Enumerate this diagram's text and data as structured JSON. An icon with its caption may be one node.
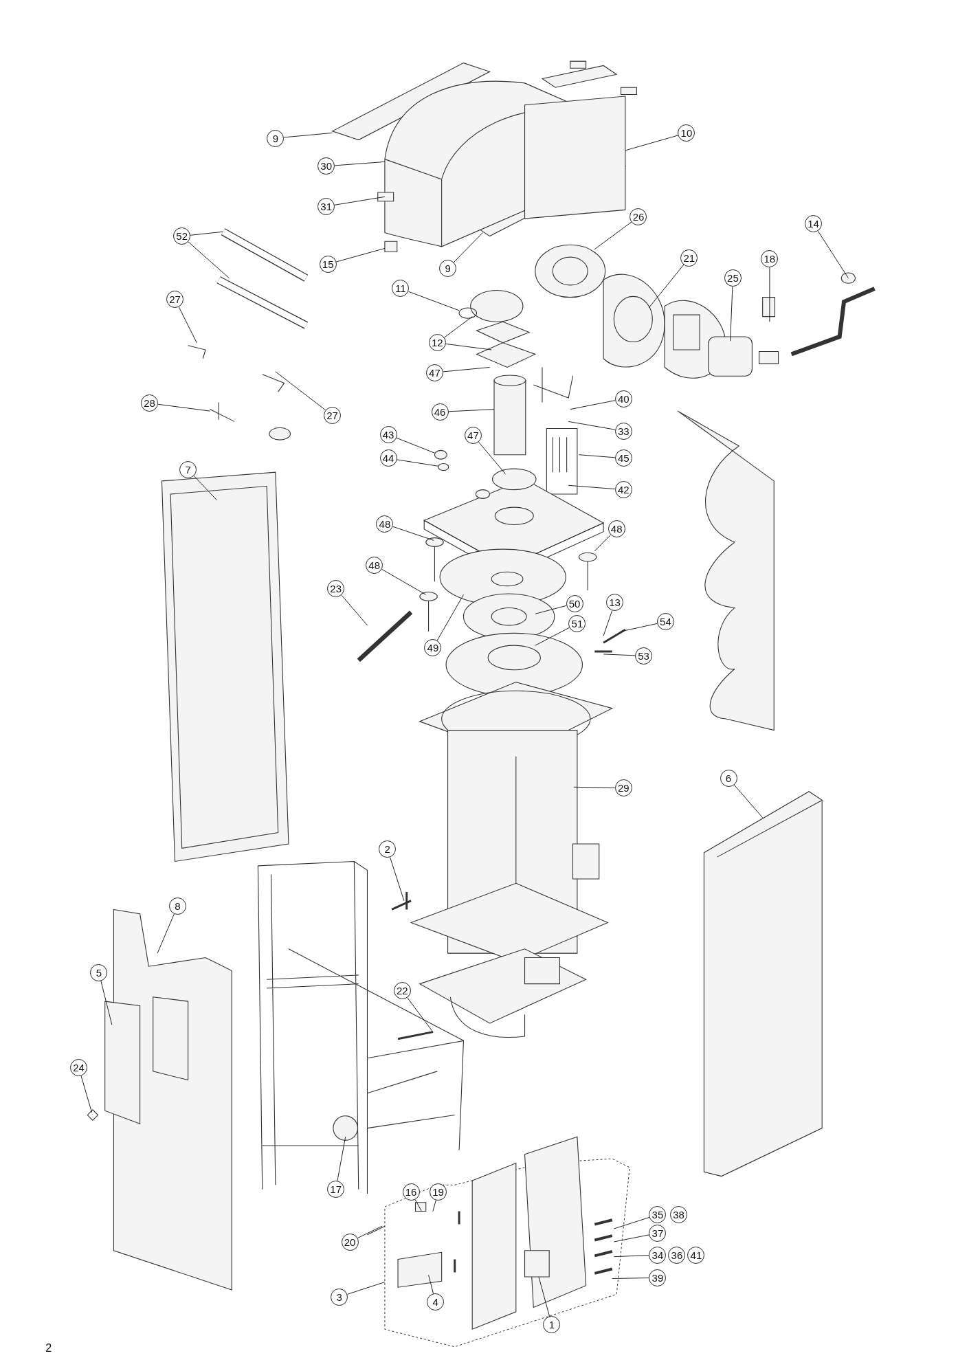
{
  "diagram": {
    "nodes": [
      {
        "text": [
          "9"
        ]
      },
      {
        "text": [
          "10"
        ]
      },
      {
        "text": [
          "30"
        ]
      },
      {
        "text": [
          "31"
        ]
      },
      {
        "text": [
          "52"
        ]
      },
      {
        "text": [
          "15"
        ]
      },
      {
        "text": [
          "9"
        ]
      },
      {
        "text": [
          "26"
        ]
      },
      {
        "text": [
          "14"
        ]
      },
      {
        "text": [
          "21"
        ]
      },
      {
        "text": [
          "18"
        ]
      },
      {
        "text": [
          "25"
        ]
      },
      {
        "text": [
          "11"
        ]
      },
      {
        "text": [
          "12"
        ]
      },
      {
        "text": [
          "27"
        ]
      },
      {
        "text": [
          "47"
        ]
      },
      {
        "text": [
          "40"
        ]
      },
      {
        "text": [
          "27"
        ]
      },
      {
        "text": [
          "28"
        ]
      },
      {
        "text": [
          "46"
        ]
      },
      {
        "text": [
          "33"
        ]
      },
      {
        "text": [
          "43"
        ]
      },
      {
        "text": [
          "47"
        ]
      },
      {
        "text": [
          "45"
        ]
      },
      {
        "text": [
          "44"
        ]
      },
      {
        "text": [
          "7"
        ]
      },
      {
        "text": [
          "42"
        ]
      },
      {
        "text": [
          "48"
        ]
      },
      {
        "text": [
          "48"
        ]
      },
      {
        "text": [
          "48"
        ]
      },
      {
        "text": [
          "23"
        ]
      },
      {
        "text": [
          "50"
        ]
      },
      {
        "text": [
          "13"
        ]
      },
      {
        "text": [
          "54"
        ]
      },
      {
        "text": [
          "51"
        ]
      },
      {
        "text": [
          "49"
        ]
      },
      {
        "text": [
          "53"
        ]
      },
      {
        "text": [
          "29"
        ]
      },
      {
        "text": [
          "6"
        ]
      },
      {
        "text": [
          "2"
        ]
      },
      {
        "text": [
          "8"
        ]
      },
      {
        "text": [
          "5"
        ]
      },
      {
        "text": [
          "22"
        ]
      },
      {
        "text": [
          "24"
        ]
      },
      {
        "text": [
          "17"
        ]
      },
      {
        "text": [
          "16"
        ]
      },
      {
        "text": [
          "19"
        ]
      },
      {
        "text": [
          "35"
        ]
      },
      {
        "text": [
          "38"
        ]
      },
      {
        "text": [
          "37"
        ]
      },
      {
        "text": [
          "20"
        ]
      },
      {
        "text": [
          "34"
        ]
      },
      {
        "text": [
          "36"
        ]
      },
      {
        "text": [
          "41"
        ]
      },
      {
        "text": [
          "4"
        ]
      },
      {
        "text": [
          "3"
        ]
      },
      {
        "text": [
          "39"
        ]
      },
      {
        "text": [
          "1"
        ]
      }
    ],
    "edges": [
      {
        "from": 0,
        "to": null,
        "arrow": "none"
      },
      {
        "from": 1,
        "to": null,
        "arrow": "none"
      },
      {
        "from": 2,
        "to": null,
        "arrow": "none"
      },
      {
        "from": 3,
        "to": null,
        "arrow": "none"
      },
      {
        "from": 4,
        "to": null,
        "arrow": "none"
      },
      {
        "from": 4,
        "to": null,
        "arrow": "none"
      },
      {
        "from": 5,
        "to": null,
        "arrow": "none"
      },
      {
        "from": 6,
        "to": null,
        "arrow": "none"
      },
      {
        "from": 7,
        "to": null,
        "arrow": "none"
      },
      {
        "from": 8,
        "to": null,
        "arrow": "none"
      },
      {
        "from": 9,
        "to": null,
        "arrow": "none"
      },
      {
        "from": 10,
        "to": null,
        "arrow": "none"
      },
      {
        "from": 11,
        "to": null,
        "arrow": "none"
      },
      {
        "from": 12,
        "to": null,
        "arrow": "none"
      },
      {
        "from": 13,
        "to": null,
        "arrow": "none"
      },
      {
        "from": 13,
        "to": null,
        "arrow": "none"
      },
      {
        "from": 14,
        "to": null,
        "arrow": "none"
      },
      {
        "from": 15,
        "to": null,
        "arrow": "none"
      },
      {
        "from": 16,
        "to": null,
        "arrow": "none"
      },
      {
        "from": 17,
        "to": null,
        "arrow": "none"
      },
      {
        "from": 18,
        "to": null,
        "arrow": "none"
      },
      {
        "from": 19,
        "to": null,
        "arrow": "none"
      },
      {
        "from": 20,
        "to": null,
        "arrow": "none"
      },
      {
        "from": 21,
        "to": null,
        "arrow": "none"
      },
      {
        "from": 22,
        "to": null,
        "arrow": "none"
      },
      {
        "from": 23,
        "to": null,
        "arrow": "none"
      },
      {
        "from": 24,
        "to": null,
        "arrow": "none"
      },
      {
        "from": 25,
        "to": null,
        "arrow": "none"
      },
      {
        "from": 26,
        "to": null,
        "arrow": "none"
      },
      {
        "from": 27,
        "to": null,
        "arrow": "none"
      },
      {
        "from": 28,
        "to": null,
        "arrow": "none"
      },
      {
        "from": 29,
        "to": null,
        "arrow": "none"
      },
      {
        "from": 30,
        "to": null,
        "arrow": "none"
      },
      {
        "from": 31,
        "to": null,
        "arrow": "none"
      },
      {
        "from": 32,
        "to": null,
        "arrow": "none"
      },
      {
        "from": 33,
        "to": null,
        "arrow": "none"
      },
      {
        "from": 34,
        "to": null,
        "arrow": "none"
      },
      {
        "from": 35,
        "to": null,
        "arrow": "none"
      },
      {
        "from": 36,
        "to": null,
        "arrow": "none"
      },
      {
        "from": 37,
        "to": null,
        "arrow": "none"
      },
      {
        "from": 38,
        "to": null,
        "arrow": "none"
      },
      {
        "from": 39,
        "to": null,
        "arrow": "none"
      },
      {
        "from": 40,
        "to": null,
        "arrow": "none"
      },
      {
        "from": 41,
        "to": null,
        "arrow": "none"
      },
      {
        "from": 42,
        "to": null,
        "arrow": "none"
      },
      {
        "from": 43,
        "to": null,
        "arrow": "none"
      },
      {
        "from": 44,
        "to": null,
        "arrow": "none"
      },
      {
        "from": 45,
        "to": null,
        "arrow": "none"
      },
      {
        "from": 46,
        "to": null,
        "arrow": "none"
      },
      {
        "from": 47,
        "to": null,
        "arrow": "none"
      },
      {
        "from": 49,
        "to": null,
        "arrow": "none"
      },
      {
        "from": 50,
        "to": null,
        "arrow": "none"
      },
      {
        "from": 51,
        "to": null,
        "arrow": "none"
      },
      {
        "from": 54,
        "to": null,
        "arrow": "none"
      },
      {
        "from": 55,
        "to": null,
        "arrow": "none"
      },
      {
        "from": 56,
        "to": null,
        "arrow": "none"
      },
      {
        "from": 57,
        "to": null,
        "arrow": "none"
      }
    ],
    "labels": [
      "2"
    ]
  }
}
